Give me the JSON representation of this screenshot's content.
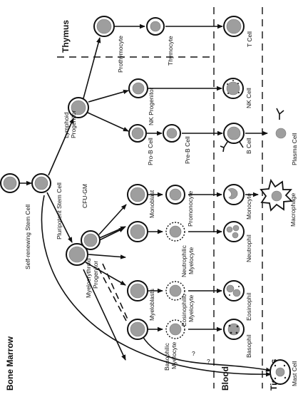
{
  "regions": {
    "bone_marrow": "Bone Marrow",
    "thymus": "Thymus",
    "blood": "Blood",
    "tissues": "Tissues"
  },
  "cells": {
    "self_renewing": "Self-renewing Stem Cell",
    "pluripotent": "Pluripotent Stem Cell",
    "myeloerythroid_1": "Myeloerythroid",
    "myeloerythroid_2": "Progenitor",
    "lymphoid_1": "Lymphoid",
    "lymphoid_2": "Progenitor",
    "prothymocyte": "Prothymocyte",
    "thymocyte": "Thymocyte",
    "t_cell": "T Cell",
    "nk_progenitor": "NK Progenitor",
    "nk_cell": "NK Cell",
    "pro_b": "Pro-B Cell",
    "pre_b": "Pre-B Cell",
    "b_cell": "B Cell",
    "plasma_cell": "Plasma Cell",
    "cfu_gm": "CFU-GM",
    "monoblast": "Monoblast",
    "promonocyte": "Promonocyte",
    "monocyte": "Monocyte",
    "macrophage": "Macrophage",
    "myeloblasts": "Myeloblasts",
    "neutrophilic_1": "Neutrophilic",
    "neutrophilic_2": "Myelocyte",
    "neutrophil": "Neutrophil",
    "eosinophilic_1": "Eosinophilic",
    "eosinophilic_2": "Myelocyte",
    "eosinophil": "Eosinophil",
    "basophilic_1": "Basophilic",
    "basophilic_2": "Myelocyte",
    "basophil": "Basophil",
    "mast_cell": "Mast Cell",
    "question_1": "?",
    "question_2": "?"
  },
  "colors": {
    "line": "#111111",
    "nucleus": "#9e9e9e",
    "background": "#ffffff"
  }
}
